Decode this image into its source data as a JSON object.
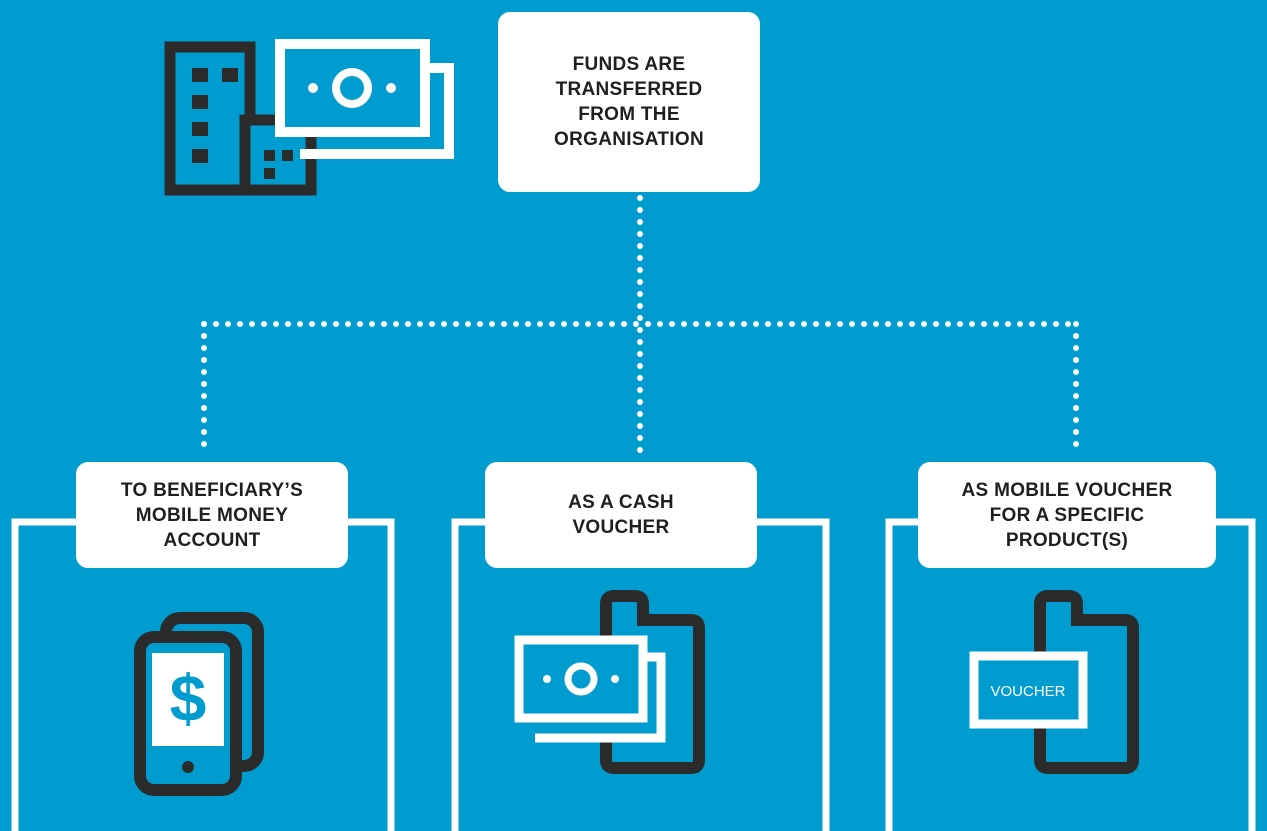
{
  "diagram": {
    "colors": {
      "background": "#009ccf",
      "box": "#ffffff",
      "text": "#1f1f1f",
      "icon_dark": "#2b2b2b",
      "icon_light": "#ffffff",
      "connector": "#ffffff"
    },
    "source": {
      "label": "FUNDS ARE\nTRANSFERRED\nFROM THE\nORGANISATION",
      "icon": "building-with-banknote-icon"
    },
    "options": [
      {
        "label": "TO BENEFICIARY’S\nMOBILE MONEY\nACCOUNT",
        "icon": "mobile-money-dollar-icon",
        "icon_glyph": "$"
      },
      {
        "label": "AS A CASH\nVOUCHER",
        "icon": "cash-voucher-phone-icon"
      },
      {
        "label": "AS MOBILE VOUCHER\nFOR A SPECIFIC\nPRODUCT(S)",
        "icon": "product-voucher-phone-icon",
        "icon_text": "VOUCHER"
      }
    ]
  }
}
